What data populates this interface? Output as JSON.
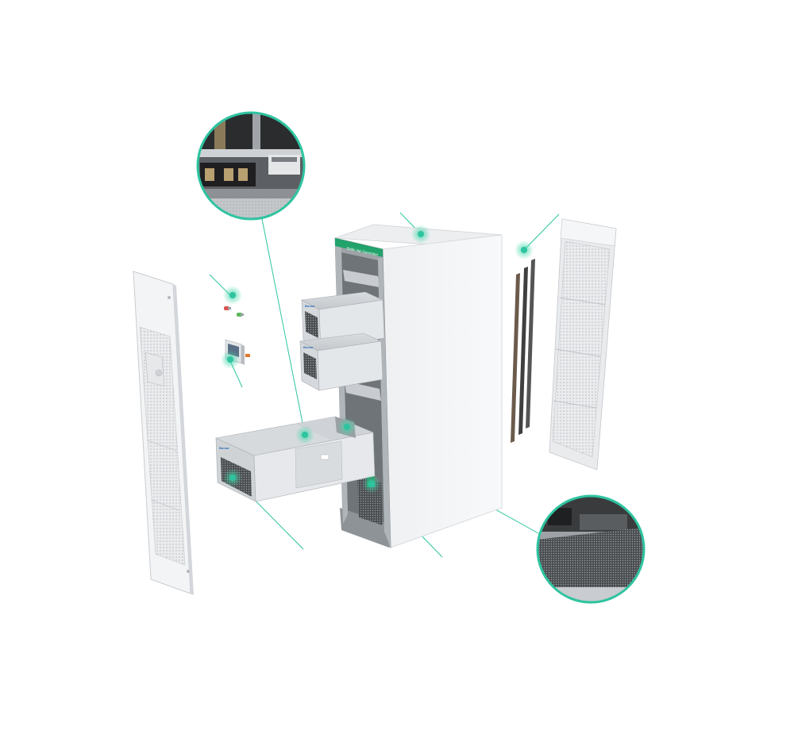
{
  "scene": {
    "description_kind": "exploded product illustration",
    "accent_color": "#2ec4a0",
    "hotspot_color": "#3fd6a8",
    "background": "#ffffff"
  },
  "cabinet": {
    "brand_text": "Bonsa",
    "brand_strip_text": "Static Var Generator",
    "module_logo_text": "Bonsa",
    "body_color": "#f4f5f6",
    "frame_color": "#bfc3c7",
    "accent_strip_color": "#22a36b"
  },
  "icons": {
    "hotspot": "hotspot-dot-icon",
    "callout": "zoom-callout-icon"
  }
}
